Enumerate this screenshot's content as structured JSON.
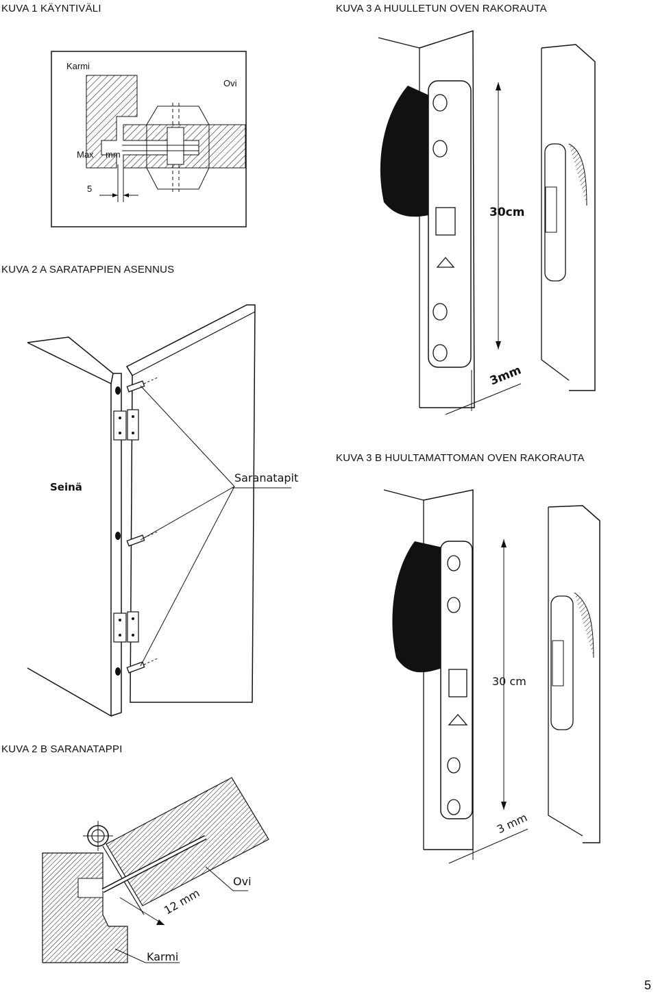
{
  "captions": {
    "fig1": "KUVA 1  KÄYNTIVÄLI",
    "fig2a": "KUVA 2 A  SARATAPPIEN ASENNUS",
    "fig2b": "KUVA 2 B  SARANATAPPI",
    "fig3a": "KUVA 3 A  HUULLETUN OVEN RAKORAUTA",
    "fig3b": "KUVA 3 B  HUULTAMATTOMAN OVEN RAKORAUTA"
  },
  "fig1": {
    "karmi": "Karmi",
    "ovi": "Ovi",
    "max": "Max",
    "mm": "mm",
    "five": "5"
  },
  "fig2a": {
    "seina": "Seinä",
    "saranatapit": "Saranatapit"
  },
  "fig2b": {
    "measure": "12 mm",
    "ovi": "Ovi",
    "karmi": "Karmi"
  },
  "fig3a": {
    "height": "30cm",
    "gap": "3mm"
  },
  "fig3b": {
    "height": "30 cm",
    "gap": "3 mm"
  },
  "page_number": "5"
}
